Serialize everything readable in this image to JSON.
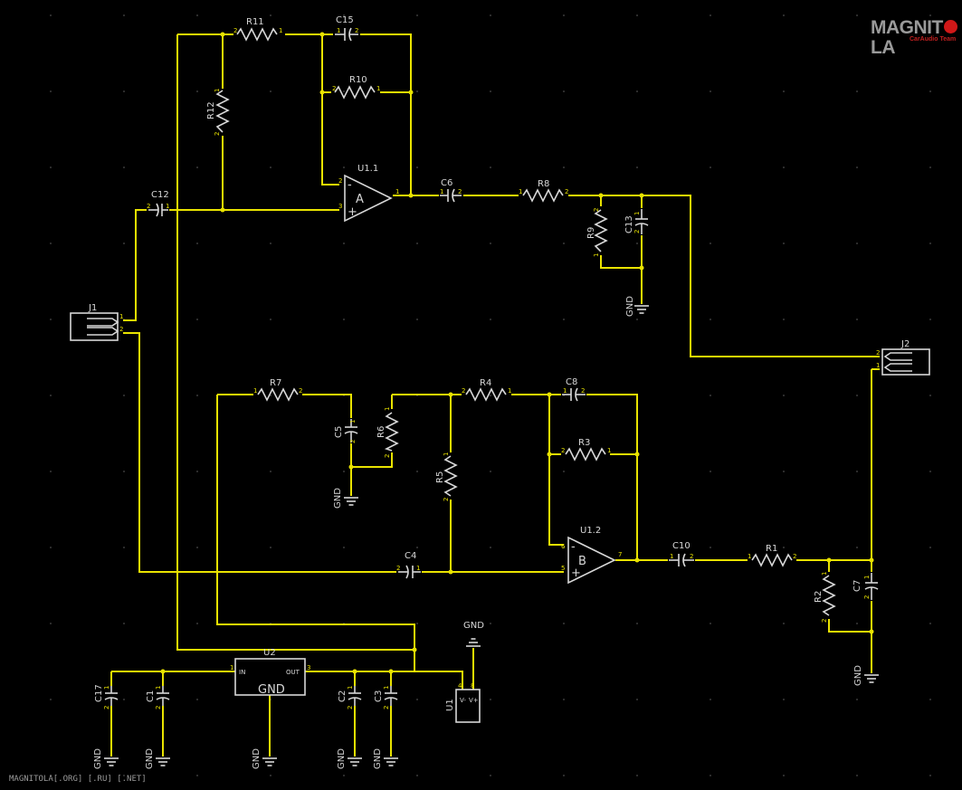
{
  "logo": {
    "text_left": "MAGNIT",
    "text_right": "LA",
    "subtext": "CarAudio Team",
    "accent_color": "#d01818"
  },
  "footer": {
    "text": "MAGNITOLA[.ORG] [.RU] [.NET]"
  },
  "colors": {
    "background": "#000000",
    "wire": "#e9e300",
    "part": "#d8d8d8",
    "grid": "#3a3a3a"
  },
  "resistors": [
    {
      "ref": "R11",
      "pins": [
        "2",
        "1"
      ]
    },
    {
      "ref": "R10",
      "pins": [
        "2",
        "1"
      ]
    },
    {
      "ref": "R12",
      "pins": [
        "1",
        "2"
      ]
    },
    {
      "ref": "R8",
      "pins": [
        "1",
        "2"
      ]
    },
    {
      "ref": "R9",
      "pins": [
        "2",
        "1"
      ]
    },
    {
      "ref": "R7",
      "pins": [
        "1",
        "2"
      ]
    },
    {
      "ref": "R6",
      "pins": [
        "1",
        "2"
      ]
    },
    {
      "ref": "R4",
      "pins": [
        "2",
        "1"
      ]
    },
    {
      "ref": "R5",
      "pins": [
        "1",
        "2"
      ]
    },
    {
      "ref": "R3",
      "pins": [
        "2",
        "1"
      ]
    },
    {
      "ref": "R1",
      "pins": [
        "1",
        "2"
      ]
    },
    {
      "ref": "R2",
      "pins": [
        "1",
        "2"
      ]
    }
  ],
  "capacitors": [
    {
      "ref": "C15",
      "pins": [
        "1",
        "2"
      ]
    },
    {
      "ref": "C12",
      "pins": [
        "2",
        "1"
      ]
    },
    {
      "ref": "C6",
      "pins": [
        "1",
        "2"
      ]
    },
    {
      "ref": "C13",
      "pins": [
        "1",
        "2"
      ]
    },
    {
      "ref": "C8",
      "pins": [
        "1",
        "2"
      ]
    },
    {
      "ref": "C5",
      "pins": [
        "1",
        "2"
      ]
    },
    {
      "ref": "C4",
      "pins": [
        "2",
        "1"
      ]
    },
    {
      "ref": "C10",
      "pins": [
        "1",
        "2"
      ]
    },
    {
      "ref": "C7",
      "pins": [
        "1",
        "2"
      ]
    },
    {
      "ref": "C17",
      "pins": [
        "1",
        "2"
      ]
    },
    {
      "ref": "C1",
      "pins": [
        "1",
        "2"
      ]
    },
    {
      "ref": "C2",
      "pins": [
        "1",
        "2"
      ]
    },
    {
      "ref": "C3",
      "pins": [
        "1",
        "2"
      ]
    }
  ],
  "opamps": [
    {
      "ref": "U1.1",
      "letter": "A",
      "pins": [
        "2",
        "3",
        "1"
      ],
      "signs": [
        "-",
        "+"
      ]
    },
    {
      "ref": "U1.2",
      "letter": "B",
      "pins": [
        "6",
        "5",
        "7"
      ],
      "signs": [
        "-",
        "+"
      ]
    }
  ],
  "connectors": [
    {
      "ref": "J1",
      "pins": [
        "1",
        "2"
      ]
    },
    {
      "ref": "J2",
      "pins": [
        "2",
        "1"
      ]
    }
  ],
  "regulator": {
    "ref": "U2",
    "in_label": "IN",
    "out_label": "OUT",
    "gnd_label": "GND",
    "pins": [
      "1",
      "3"
    ]
  },
  "supply": {
    "ref": "U1",
    "pins": [
      "4",
      "8"
    ],
    "label_in": "V-",
    "label_out": "V+"
  },
  "ground_label": "GND"
}
